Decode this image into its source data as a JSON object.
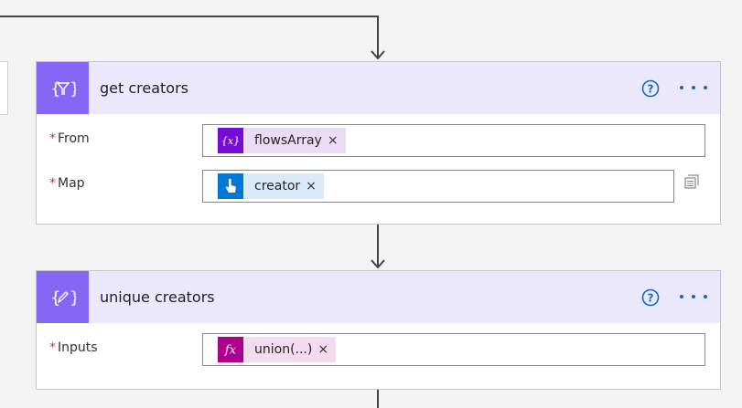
{
  "actions": [
    {
      "title": "get creators",
      "icon": "filter-braces-icon",
      "params": [
        {
          "label": "From",
          "required": true,
          "token": {
            "text": "flowsArray",
            "type": "variable",
            "remove": "×"
          }
        },
        {
          "label": "Map",
          "required": true,
          "token": {
            "text": "creator",
            "type": "trigger-output",
            "remove": "×"
          }
        }
      ]
    },
    {
      "title": "unique creators",
      "icon": "compose-braces-icon",
      "params": [
        {
          "label": "Inputs",
          "required": true,
          "token": {
            "text": "union(...)",
            "type": "expression",
            "remove": "×"
          }
        }
      ]
    }
  ],
  "required_mark": "*",
  "colors": {
    "action_purple": "#8467f5",
    "header_bg": "#ece8fb",
    "variable_token_icon": "#770bd6",
    "variable_token_bg": "#eadcf5",
    "trigger_token_icon": "#0078d4",
    "trigger_token_bg": "#dbeaf9",
    "expression_token_icon": "#ad008c",
    "expression_token_bg": "#f2dcee",
    "link_blue": "#0f6cbd",
    "required_red": "#d13438"
  }
}
